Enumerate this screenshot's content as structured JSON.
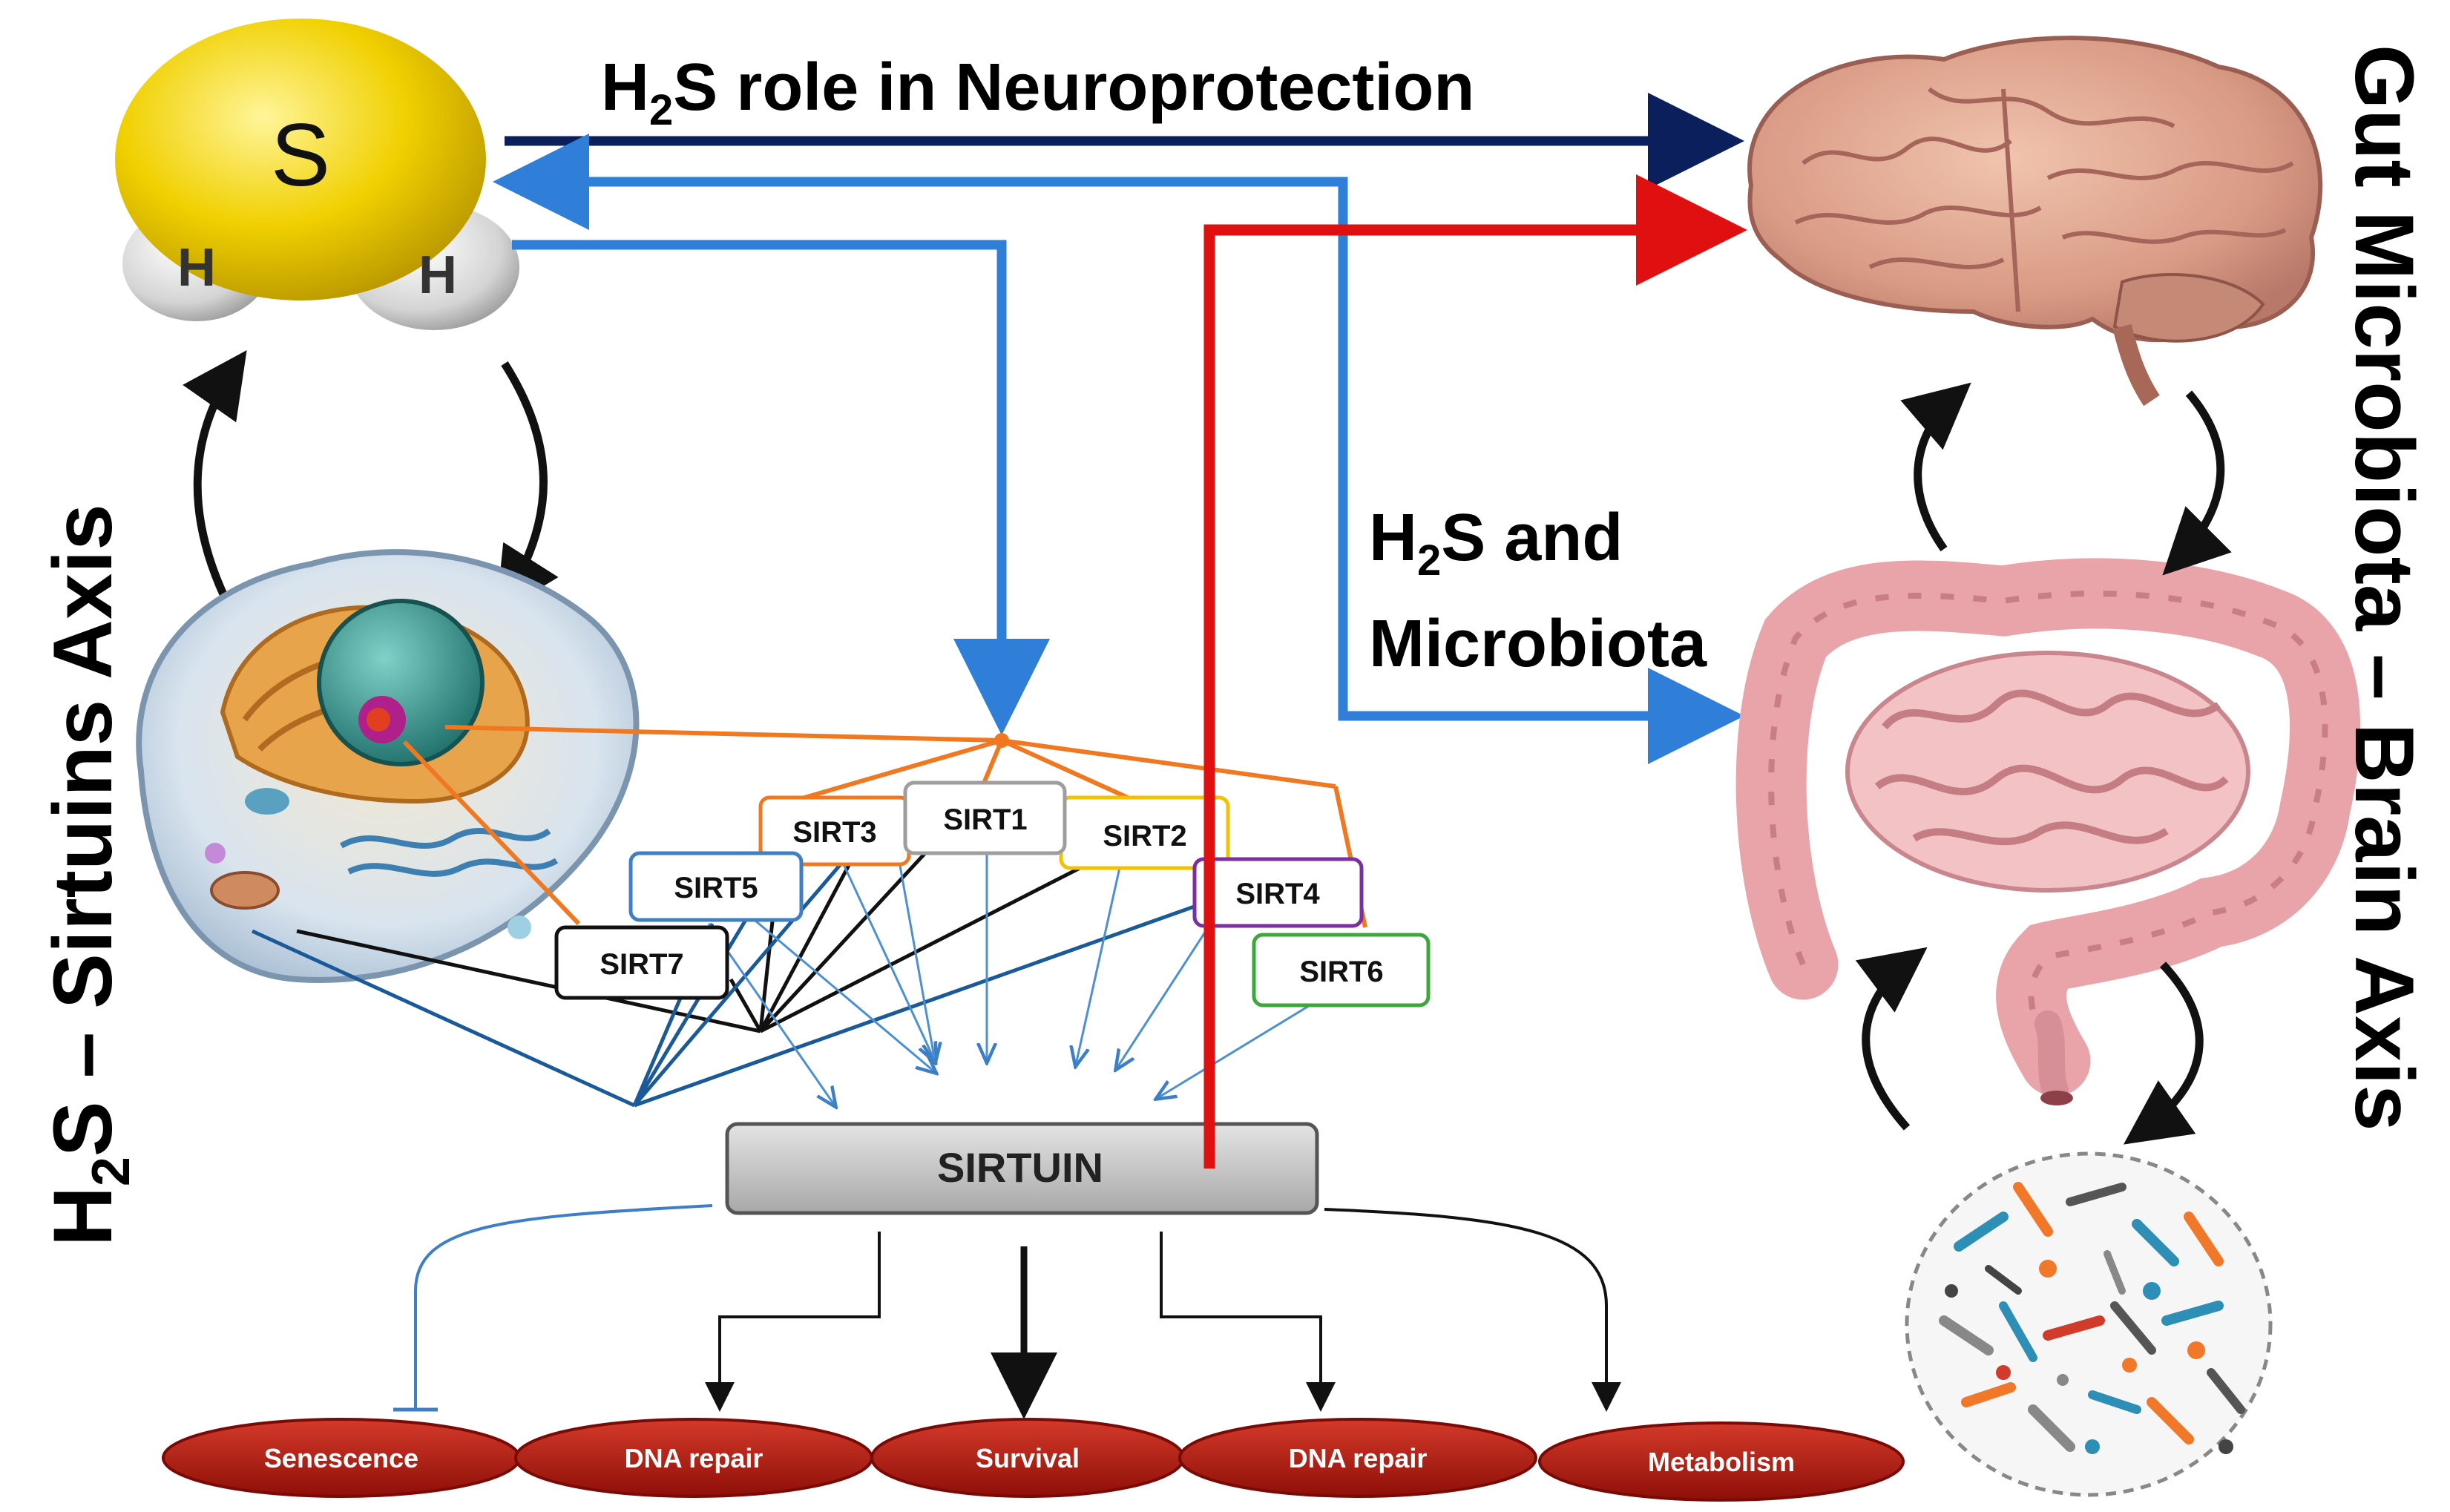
{
  "labels": {
    "neuroprotection": {
      "h": "H",
      "sub": "2",
      "rest": "S role in Neuroprotection"
    },
    "microbiota": {
      "h": "H",
      "sub": "2",
      "line1_rest": "S and",
      "line2": "Microbiota"
    },
    "left_axis": {
      "h": "H",
      "sub": "2",
      "rest": "S – Sirtuins Axis"
    },
    "right_axis": "Gut Microbiota – Brain Axis"
  },
  "molecule": {
    "sulfur": "S",
    "hydrogen_left": "H",
    "hydrogen_right": "H"
  },
  "sirtuins": [
    {
      "name": "SIRT1",
      "color": "#9e9e9e"
    },
    {
      "name": "SIRT2",
      "color": "#f2c200"
    },
    {
      "name": "SIRT3",
      "color": "#f07820"
    },
    {
      "name": "SIRT4",
      "color": "#7b2fa0"
    },
    {
      "name": "SIRT5",
      "color": "#3f7fc4"
    },
    {
      "name": "SIRT6",
      "color": "#3aa83a"
    },
    {
      "name": "SIRT7",
      "color": "#111111"
    }
  ],
  "central_box": "SIRTUIN",
  "outcomes": [
    "Senescence",
    "DNA repair",
    "Survival",
    "DNA repair",
    "Metabolism"
  ],
  "colors": {
    "navy_arrow": "#0b1f5c",
    "blue_arrow": "#2f7fd8",
    "red_arrow": "#e01010",
    "outcome_fill": "#b0170f",
    "sirtuin_box": "#c8c8c8"
  }
}
